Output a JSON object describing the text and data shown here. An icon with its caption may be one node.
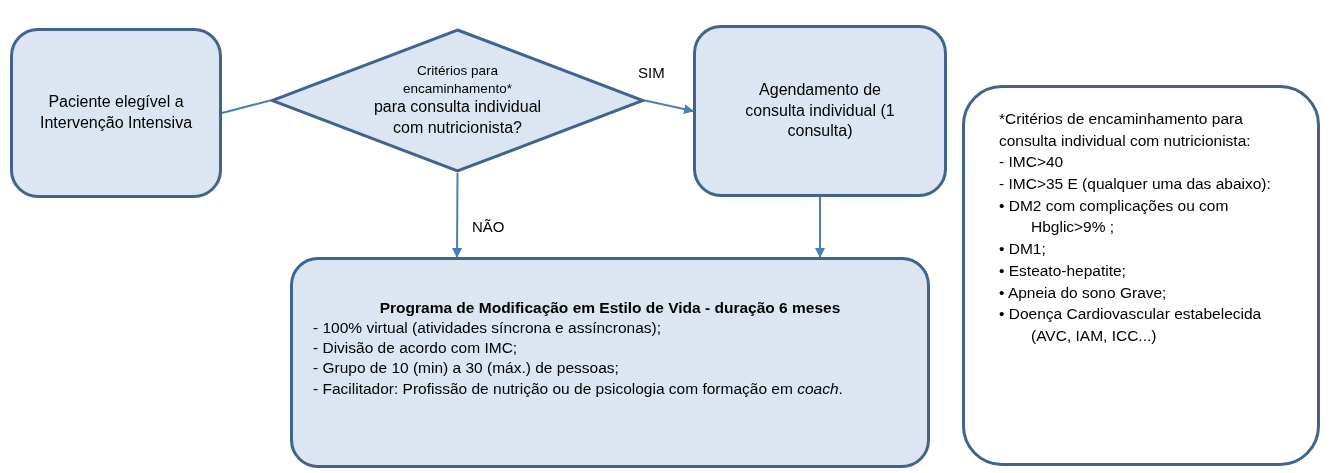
{
  "diagram": {
    "nodes": [
      {
        "text": [
          "Paciente elegível a Intervenção Intensiva"
        ]
      },
      {
        "text": [
          "Critérios para encaminhamento*",
          "para consulta individual com nutricionista?"
        ]
      },
      {
        "text": [
          "Agendamento de consulta individual (1 consulta)"
        ]
      },
      {
        "text": [
          "Programa de Modificação em Estilo de Vida - duração 6 meses",
          "- 100% virtual (atividades síncrona e assíncronas);",
          "- Divisão de acordo com IMC;",
          "- Grupo de 10 (min) a 30 (máx.) de pessoas;",
          "- Facilitador: Profissão de nutrição ou de psicologia com formação em *coach*."
        ]
      },
      {
        "text": [
          "*Critérios de encaminhamento para consulta individual com nutricionista:",
          "- IMC>40",
          "- IMC>35 E (qualquer uma das abaixo):",
          "• DM2 com complicações ou com Hbglic>9% ;",
          "• DM1;",
          "• Esteato-hepatite;",
          "• Apneia do sono Grave;",
          "• Doença Cardiovascular estabelecida (AVC, IAM, ICC...)"
        ]
      }
    ],
    "edges": [
      {
        "from": 0,
        "to": 1,
        "arrow": "none"
      },
      {
        "from": 1,
        "to": 2,
        "arrow": "to",
        "label": "SIM"
      },
      {
        "from": 1,
        "to": 3,
        "arrow": "to",
        "label": "NÃO"
      },
      {
        "from": 2,
        "to": 3,
        "arrow": "to"
      }
    ]
  }
}
